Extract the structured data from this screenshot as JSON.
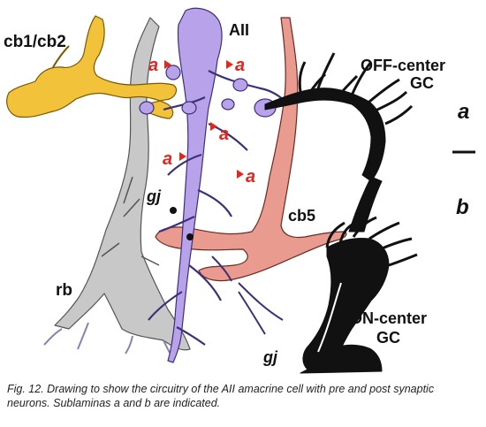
{
  "figure": {
    "labels": {
      "cb1_cb2": "cb1/cb2",
      "aii": "AII",
      "off_center_gc_line1": "OFF-center",
      "off_center_gc_line2": "GC",
      "sublamina_a": "a",
      "sublamina_b": "b",
      "cb5": "cb5",
      "rb": "rb",
      "on_center_gc_line1": "ON-center",
      "on_center_gc_line2": "GC",
      "gj": "gj"
    },
    "synapse_marker": "a",
    "colors": {
      "cb1_cb2": "#f2c23a",
      "aii": "#b8a3ea",
      "cb5": "#e89b8e",
      "rb": "#c8c8c8",
      "ganglion": "#111111",
      "marker": "#e0281e"
    }
  },
  "caption": "Fig. 12. Drawing to show the circuitry of the AII amacrine cell with pre and post synaptic neurons. Sublaminas a and b are indicated."
}
